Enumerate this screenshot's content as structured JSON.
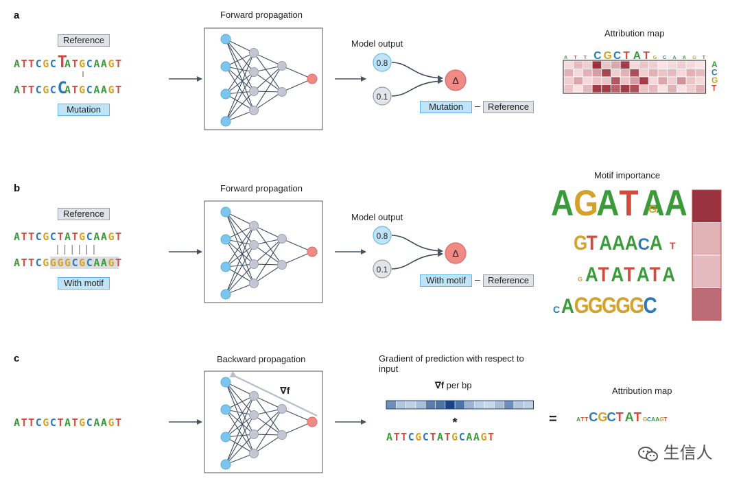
{
  "panels": {
    "a": {
      "letter": "a",
      "reference_label": "Reference",
      "mutation_label": "Mutation",
      "seq_ref": "ATTCGCTATGCAAGT",
      "seq_mut": "ATTCGCCATGCAAGT",
      "network_title": "Forward propagation",
      "model_output_title": "Model output",
      "output_values": [
        "0.8",
        "0.1"
      ],
      "delta_symbol": "Δ",
      "diff_left": "Mutation",
      "diff_minus": "–",
      "diff_right": "Reference",
      "attribution_title": "Attribution map",
      "attribution_seq": "ATTCGCTATGCAAGT",
      "bases": [
        "A",
        "C",
        "G",
        "T"
      ]
    },
    "b": {
      "letter": "b",
      "reference_label": "Reference",
      "motif_label": "With motif",
      "seq_ref": "ATTCGCTATGCAAGT",
      "seq_motif": "ATTCGGGGCGCAAGT",
      "network_title": "Forward propagation",
      "model_output_title": "Model output",
      "output_values": [
        "0.8",
        "0.1"
      ],
      "delta_symbol": "Δ",
      "diff_left": "With motif",
      "diff_minus": "–",
      "diff_right": "Reference",
      "motif_title": "Motif importance",
      "motifs": [
        "AGATAAGA",
        "GTAAACAT",
        "ATATATA",
        "AGGGGGC"
      ]
    },
    "c": {
      "letter": "c",
      "seq": "ATTCGCTATGCAAGT",
      "network_title": "Backward propagation",
      "grad_symbol": "∇f",
      "gradient_title": "Gradient of prediction with respect to input",
      "per_bp_label_sym": "∇f",
      "per_bp_label_text": " per bp",
      "times_symbol": "*",
      "equals_symbol": "=",
      "attribution_title": "Attribution map",
      "gradient_levels": [
        0.55,
        0.25,
        0.2,
        0.3,
        0.65,
        0.7,
        0.95,
        0.7,
        0.35,
        0.2,
        0.15,
        0.3,
        0.55,
        0.25,
        0.2
      ]
    }
  },
  "watermark": "生信人",
  "colors": {
    "A": "#3a9b3a",
    "C": "#2a7ab8",
    "G": "#d4a12a",
    "T": "#d24a3c",
    "node_blue": "#7cc6ee",
    "node_gray": "#c4c6d2",
    "node_red": "#ef8a85",
    "edge": "#3c4a5e"
  }
}
